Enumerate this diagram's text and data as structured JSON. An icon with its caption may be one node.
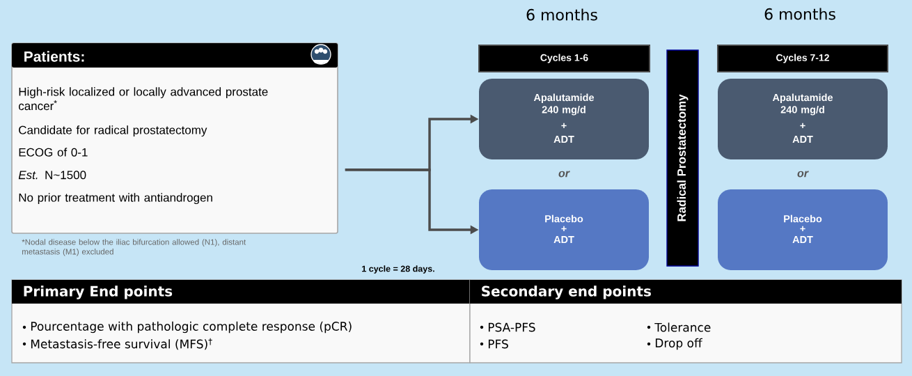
{
  "diagram": {
    "nodes": [
      {
        "text": [
          "Patients:",
          "High-risk localized or locally advanced prostate cancer$^{*}$",
          "Candidate for radical prostatectomy",
          "ECOG of 0-1",
          "*Est.* N~1500",
          "No prior treatment with antiandrogen"
        ],
        "beside": [
          "*Nodal disease below the iliac bifurcation allowed (N1), distant metastasis (M1) excluded"
        ]
      },
      {
        "text": [
          "Cycles 1-6"
        ]
      },
      {
        "text": [
          "Apalutamide 240 mg/d",
          "+",
          "ADT"
        ]
      },
      {
        "text": [
          "Placebo",
          "+",
          "ADT"
        ]
      },
      {
        "text": [
          "Radical Prostatectomy"
        ]
      },
      {
        "text": [
          "Cycles 7-12"
        ]
      },
      {
        "text": [
          "Apalutamide 240 mg/d",
          "+",
          "ADT"
        ]
      },
      {
        "text": [
          "Placebo",
          "+",
          "ADT"
        ]
      },
      {
        "text": [
          "Primary End points",
          "Pourcentage with pathologic complete response (pCR)",
          "Metastasis-free survival (MFS)$^{†}$"
        ]
      },
      {
        "text": [
          "Secondary end points",
          "PSA-PFS",
          "PFS",
          "Tolerance",
          "Drop off"
        ]
      }
    ],
    "edges": [
      {
        "from": 0,
        "to": 2,
        "arrow": "to"
      },
      {
        "from": 0,
        "to": 3,
        "arrow": "to"
      }
    ],
    "labels": [
      "6 months",
      "6 months",
      "or",
      "or",
      "1 cycle = 28 days."
    ]
  }
}
